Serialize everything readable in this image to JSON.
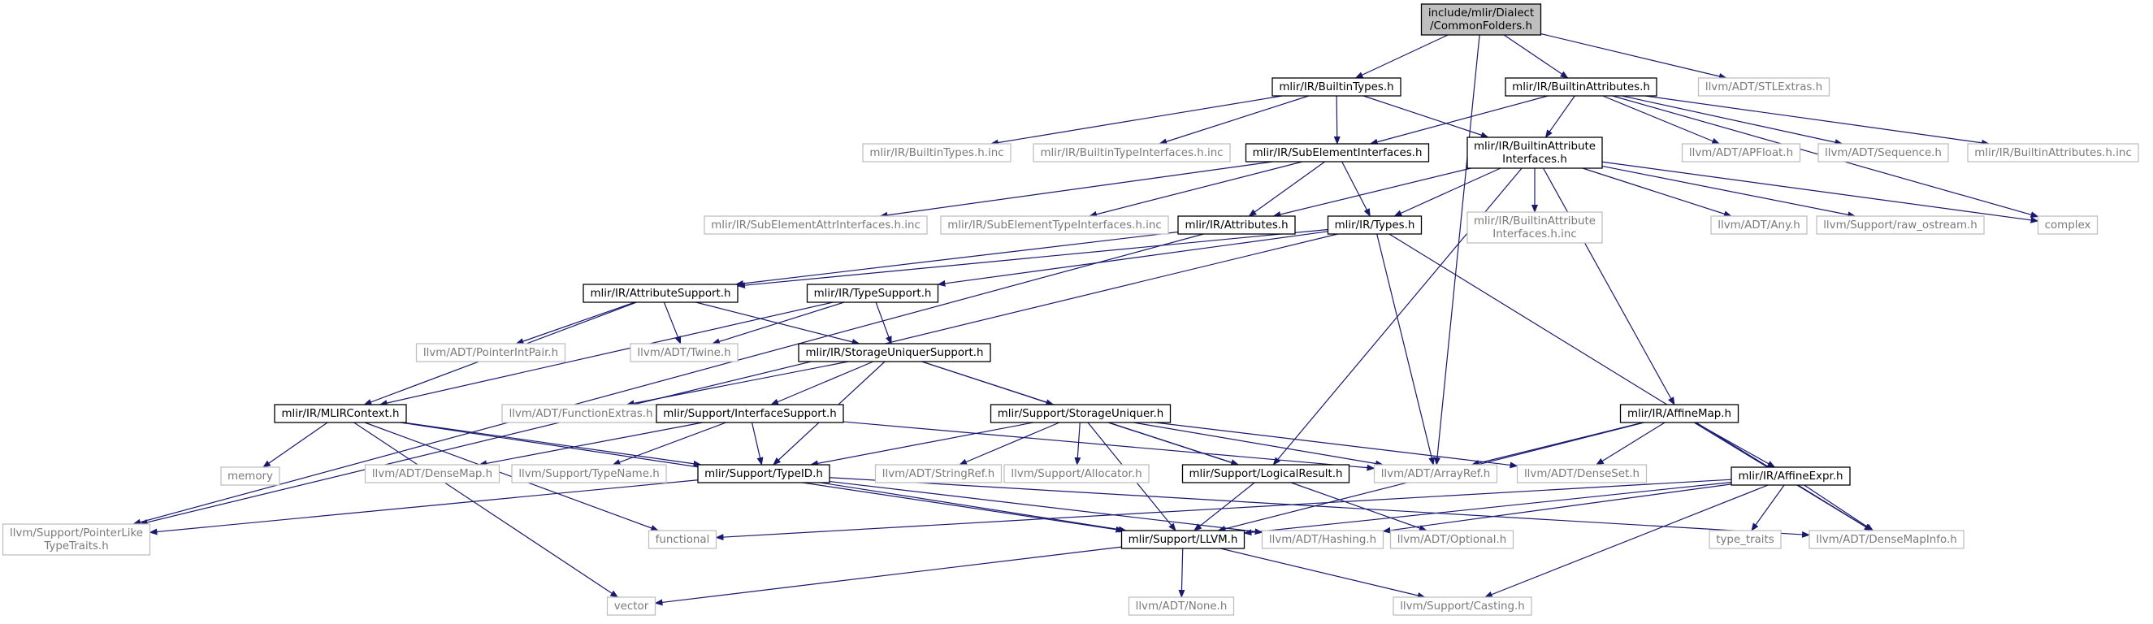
{
  "colors": {
    "root_fill": "#bfbfbf",
    "root_stroke": "#000000",
    "internal_stroke": "#000000",
    "external_stroke": "#bfbfbf",
    "external_text": "#7a7a7a",
    "internal_text": "#000000",
    "edge": "#191970",
    "background": "#ffffff"
  },
  "nodes": [
    {
      "id": "root",
      "kind": "root",
      "lines": [
        "include/mlir/Dialect",
        "/CommonFolders.h"
      ]
    },
    {
      "id": "builtin_types",
      "kind": "internal",
      "lines": [
        "mlir/IR/BuiltinTypes.h"
      ]
    },
    {
      "id": "builtin_attributes",
      "kind": "internal",
      "lines": [
        "mlir/IR/BuiltinAttributes.h"
      ]
    },
    {
      "id": "stlextras",
      "kind": "external",
      "lines": [
        "llvm/ADT/STLExtras.h"
      ]
    },
    {
      "id": "builtin_types_inc",
      "kind": "external",
      "lines": [
        "mlir/IR/BuiltinTypes.h.inc"
      ]
    },
    {
      "id": "builtin_type_ifaces_inc",
      "kind": "external",
      "lines": [
        "mlir/IR/BuiltinTypeInterfaces.h.inc"
      ]
    },
    {
      "id": "subelement_ifaces",
      "kind": "internal",
      "lines": [
        "mlir/IR/SubElementInterfaces.h"
      ]
    },
    {
      "id": "builtin_attr_ifaces",
      "kind": "internal",
      "lines": [
        "mlir/IR/BuiltinAttribute",
        "Interfaces.h"
      ]
    },
    {
      "id": "apfloat",
      "kind": "external",
      "lines": [
        "llvm/ADT/APFloat.h"
      ]
    },
    {
      "id": "sequence",
      "kind": "external",
      "lines": [
        "llvm/ADT/Sequence.h"
      ]
    },
    {
      "id": "builtin_attributes_inc",
      "kind": "external",
      "lines": [
        "mlir/IR/BuiltinAttributes.h.inc"
      ]
    },
    {
      "id": "subelement_attr_ifaces_inc",
      "kind": "external",
      "lines": [
        "mlir/IR/SubElementAttrInterfaces.h.inc"
      ]
    },
    {
      "id": "subelement_type_ifaces_inc",
      "kind": "external",
      "lines": [
        "mlir/IR/SubElementTypeInterfaces.h.inc"
      ]
    },
    {
      "id": "attributes",
      "kind": "internal",
      "lines": [
        "mlir/IR/Attributes.h"
      ]
    },
    {
      "id": "types",
      "kind": "internal",
      "lines": [
        "mlir/IR/Types.h"
      ]
    },
    {
      "id": "builtin_attr_ifaces_inc",
      "kind": "external",
      "lines": [
        "mlir/IR/BuiltinAttribute",
        "Interfaces.h.inc"
      ]
    },
    {
      "id": "any",
      "kind": "external",
      "lines": [
        "llvm/ADT/Any.h"
      ]
    },
    {
      "id": "raw_ostream",
      "kind": "external",
      "lines": [
        "llvm/Support/raw_ostream.h"
      ]
    },
    {
      "id": "complex",
      "kind": "external",
      "lines": [
        "complex"
      ]
    },
    {
      "id": "attribute_support",
      "kind": "internal",
      "lines": [
        "mlir/IR/AttributeSupport.h"
      ]
    },
    {
      "id": "type_support",
      "kind": "internal",
      "lines": [
        "mlir/IR/TypeSupport.h"
      ]
    },
    {
      "id": "pointer_int_pair",
      "kind": "external",
      "lines": [
        "llvm/ADT/PointerIntPair.h"
      ]
    },
    {
      "id": "twine",
      "kind": "external",
      "lines": [
        "llvm/ADT/Twine.h"
      ]
    },
    {
      "id": "storage_uniquer_support",
      "kind": "internal",
      "lines": [
        "mlir/IR/StorageUniquerSupport.h"
      ]
    },
    {
      "id": "mlir_context",
      "kind": "internal",
      "lines": [
        "mlir/IR/MLIRContext.h"
      ]
    },
    {
      "id": "function_extras",
      "kind": "external",
      "lines": [
        "llvm/ADT/FunctionExtras.h"
      ]
    },
    {
      "id": "interface_support",
      "kind": "internal",
      "lines": [
        "mlir/Support/InterfaceSupport.h"
      ]
    },
    {
      "id": "storage_uniquer",
      "kind": "internal",
      "lines": [
        "mlir/Support/StorageUniquer.h"
      ]
    },
    {
      "id": "affine_map",
      "kind": "internal",
      "lines": [
        "mlir/IR/AffineMap.h"
      ]
    },
    {
      "id": "memory",
      "kind": "external",
      "lines": [
        "memory"
      ]
    },
    {
      "id": "dense_map",
      "kind": "external",
      "lines": [
        "llvm/ADT/DenseMap.h"
      ]
    },
    {
      "id": "type_name",
      "kind": "external",
      "lines": [
        "llvm/Support/TypeName.h"
      ]
    },
    {
      "id": "type_id",
      "kind": "internal",
      "lines": [
        "mlir/Support/TypeID.h"
      ]
    },
    {
      "id": "string_ref",
      "kind": "external",
      "lines": [
        "llvm/ADT/StringRef.h"
      ]
    },
    {
      "id": "allocator",
      "kind": "external",
      "lines": [
        "llvm/Support/Allocator.h"
      ]
    },
    {
      "id": "logical_result",
      "kind": "internal",
      "lines": [
        "mlir/Support/LogicalResult.h"
      ]
    },
    {
      "id": "array_ref",
      "kind": "external",
      "lines": [
        "llvm/ADT/ArrayRef.h"
      ]
    },
    {
      "id": "dense_set",
      "kind": "external",
      "lines": [
        "llvm/ADT/DenseSet.h"
      ]
    },
    {
      "id": "affine_expr",
      "kind": "internal",
      "lines": [
        "mlir/IR/AffineExpr.h"
      ]
    },
    {
      "id": "pointer_like_type_traits",
      "kind": "external",
      "lines": [
        "llvm/Support/PointerLike",
        "TypeTraits.h"
      ]
    },
    {
      "id": "functional",
      "kind": "external",
      "lines": [
        "functional"
      ]
    },
    {
      "id": "llvm_h",
      "kind": "internal",
      "lines": [
        "mlir/Support/LLVM.h"
      ]
    },
    {
      "id": "hashing",
      "kind": "external",
      "lines": [
        "llvm/ADT/Hashing.h"
      ]
    },
    {
      "id": "optional",
      "kind": "external",
      "lines": [
        "llvm/ADT/Optional.h"
      ]
    },
    {
      "id": "type_traits",
      "kind": "external",
      "lines": [
        "type_traits"
      ]
    },
    {
      "id": "dense_map_info",
      "kind": "external",
      "lines": [
        "llvm/ADT/DenseMapInfo.h"
      ]
    },
    {
      "id": "vector",
      "kind": "external",
      "lines": [
        "vector"
      ]
    },
    {
      "id": "none",
      "kind": "external",
      "lines": [
        "llvm/ADT/None.h"
      ]
    },
    {
      "id": "casting",
      "kind": "external",
      "lines": [
        "llvm/Support/Casting.h"
      ]
    }
  ],
  "edges": [
    [
      "root",
      "builtin_types"
    ],
    [
      "root",
      "builtin_attributes"
    ],
    [
      "root",
      "stlextras"
    ],
    [
      "root",
      "array_ref"
    ],
    [
      "builtin_types",
      "builtin_types_inc"
    ],
    [
      "builtin_types",
      "builtin_type_ifaces_inc"
    ],
    [
      "builtin_types",
      "subelement_ifaces"
    ],
    [
      "builtin_types",
      "builtin_attr_ifaces"
    ],
    [
      "builtin_attributes",
      "subelement_ifaces"
    ],
    [
      "builtin_attributes",
      "builtin_attr_ifaces"
    ],
    [
      "builtin_attributes",
      "apfloat"
    ],
    [
      "builtin_attributes",
      "sequence"
    ],
    [
      "builtin_attributes",
      "builtin_attributes_inc"
    ],
    [
      "builtin_attributes",
      "complex"
    ],
    [
      "subelement_ifaces",
      "subelement_attr_ifaces_inc"
    ],
    [
      "subelement_ifaces",
      "subelement_type_ifaces_inc"
    ],
    [
      "subelement_ifaces",
      "attributes"
    ],
    [
      "subelement_ifaces",
      "types"
    ],
    [
      "builtin_attr_ifaces",
      "attributes"
    ],
    [
      "builtin_attr_ifaces",
      "types"
    ],
    [
      "builtin_attr_ifaces",
      "builtin_attr_ifaces_inc"
    ],
    [
      "builtin_attr_ifaces",
      "any"
    ],
    [
      "builtin_attr_ifaces",
      "raw_ostream"
    ],
    [
      "builtin_attr_ifaces",
      "complex"
    ],
    [
      "builtin_attr_ifaces",
      "affine_map"
    ],
    [
      "builtin_attr_ifaces",
      "logical_result"
    ],
    [
      "attributes",
      "attribute_support"
    ],
    [
      "attributes",
      "pointer_like_type_traits"
    ],
    [
      "types",
      "type_support"
    ],
    [
      "types",
      "attribute_support"
    ],
    [
      "types",
      "array_ref"
    ],
    [
      "types",
      "dense_map_info"
    ],
    [
      "types",
      "pointer_like_type_traits"
    ],
    [
      "attribute_support",
      "pointer_int_pair"
    ],
    [
      "attribute_support",
      "twine"
    ],
    [
      "attribute_support",
      "storage_uniquer_support"
    ],
    [
      "attribute_support",
      "mlir_context"
    ],
    [
      "type_support",
      "twine"
    ],
    [
      "type_support",
      "storage_uniquer_support"
    ],
    [
      "type_support",
      "mlir_context"
    ],
    [
      "storage_uniquer_support",
      "function_extras"
    ],
    [
      "storage_uniquer_support",
      "interface_support"
    ],
    [
      "storage_uniquer_support",
      "storage_uniquer"
    ],
    [
      "storage_uniquer_support",
      "type_id"
    ],
    [
      "storage_uniquer_support",
      "logical_result"
    ],
    [
      "mlir_context",
      "memory"
    ],
    [
      "mlir_context",
      "type_id"
    ],
    [
      "mlir_context",
      "functional"
    ],
    [
      "mlir_context",
      "vector"
    ],
    [
      "mlir_context",
      "llvm_h"
    ],
    [
      "interface_support",
      "dense_map"
    ],
    [
      "interface_support",
      "type_name"
    ],
    [
      "interface_support",
      "type_id"
    ],
    [
      "interface_support",
      "array_ref"
    ],
    [
      "storage_uniquer",
      "type_id"
    ],
    [
      "storage_uniquer",
      "string_ref"
    ],
    [
      "storage_uniquer",
      "allocator"
    ],
    [
      "storage_uniquer",
      "logical_result"
    ],
    [
      "storage_uniquer",
      "llvm_h"
    ],
    [
      "storage_uniquer",
      "array_ref"
    ],
    [
      "storage_uniquer",
      "dense_set"
    ],
    [
      "affine_map",
      "affine_expr"
    ],
    [
      "affine_map",
      "array_ref"
    ],
    [
      "affine_map",
      "dense_set"
    ],
    [
      "affine_map",
      "llvm_h"
    ],
    [
      "affine_map",
      "dense_map_info"
    ],
    [
      "type_id",
      "pointer_like_type_traits"
    ],
    [
      "type_id",
      "llvm_h"
    ],
    [
      "type_id",
      "hashing"
    ],
    [
      "type_id",
      "dense_map_info"
    ],
    [
      "logical_result",
      "llvm_h"
    ],
    [
      "logical_result",
      "optional"
    ],
    [
      "affine_expr",
      "llvm_h"
    ],
    [
      "affine_expr",
      "functional"
    ],
    [
      "affine_expr",
      "hashing"
    ],
    [
      "affine_expr",
      "type_traits"
    ],
    [
      "affine_expr",
      "dense_map_info"
    ],
    [
      "affine_expr",
      "casting"
    ],
    [
      "llvm_h",
      "vector"
    ],
    [
      "llvm_h",
      "none"
    ],
    [
      "llvm_h",
      "casting"
    ]
  ]
}
